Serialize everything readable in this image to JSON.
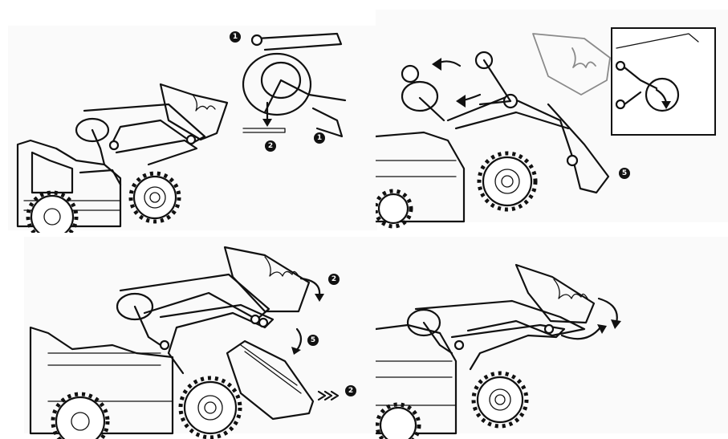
{
  "step_labels": {
    "p1_a": "1",
    "p1_b": "2",
    "p1_c": "1",
    "p2_a": "5",
    "p3_a": "2",
    "p3_b": "5",
    "p3_c": "2"
  }
}
